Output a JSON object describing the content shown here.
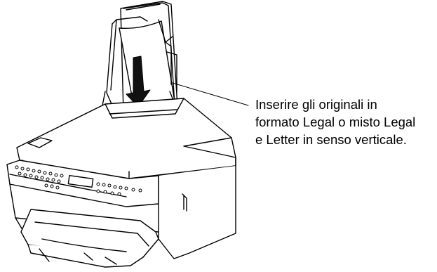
{
  "callout": {
    "lines": [
      "Inserire gli originali in",
      "formato Legal o misto Legal",
      "e Letter in senso verticale."
    ]
  },
  "colors": {
    "stroke": "#000000",
    "device_fill": "#ffffff",
    "arrow_fill": "#111111"
  }
}
